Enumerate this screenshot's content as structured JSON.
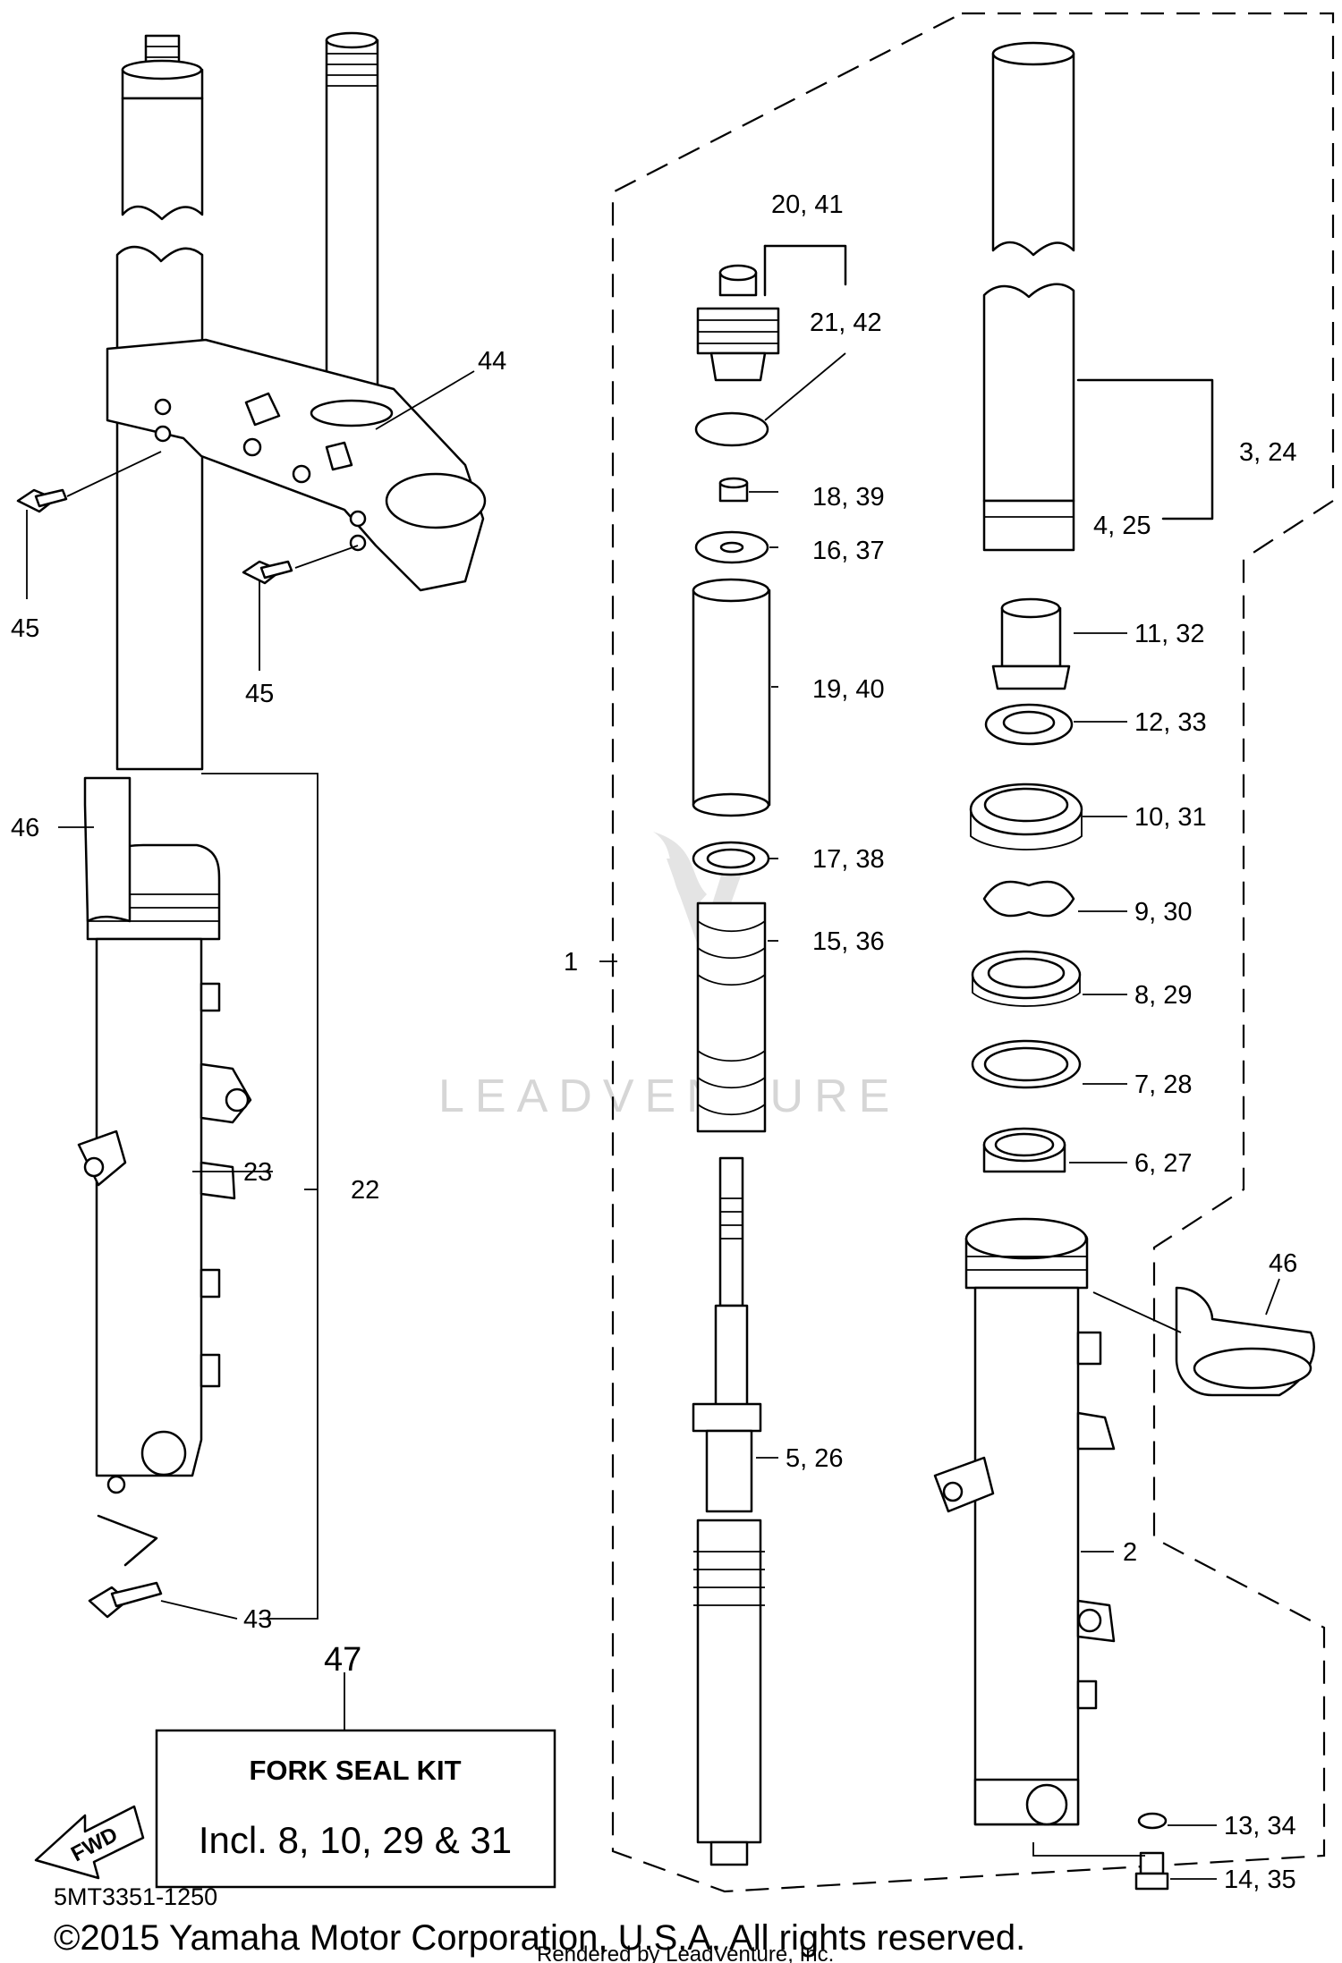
{
  "watermark": "LEADVENTURE",
  "callouts": {
    "c_20_41": "20, 41",
    "c_21_42": "21, 42",
    "c_44": "44",
    "c_3_24": "3, 24",
    "c_4_25": "4, 25",
    "c_18_39": "18, 39",
    "c_16_37": "16, 37",
    "c_45a": "45",
    "c_45b": "45",
    "c_11_32": "11, 32",
    "c_19_40": "19, 40",
    "c_12_33": "12, 33",
    "c_46a": "46",
    "c_10_31": "10, 31",
    "c_17_38": "17, 38",
    "c_9_30": "9, 30",
    "c_1": "1",
    "c_15_36": "15, 36",
    "c_8_29": "8, 29",
    "c_7_28": "7, 28",
    "c_6_27": "6, 27",
    "c_23": "23",
    "c_22": "22",
    "c_46b": "46",
    "c_5_26": "5, 26",
    "c_2": "2",
    "c_43": "43",
    "c_47": "47",
    "c_13_34": "13, 34",
    "c_14_35": "14, 35"
  },
  "kit": {
    "title": "FORK SEAL KIT",
    "contents": "Incl. 8, 10, 29 & 31"
  },
  "fwd_label": "FWD",
  "diagram_code": "5MT3351-1250",
  "copyright": "©2015 Yamaha Motor Corporation, U.S.A. All rights reserved.",
  "rendered_by": "Rendered by LeadVenture, Inc."
}
